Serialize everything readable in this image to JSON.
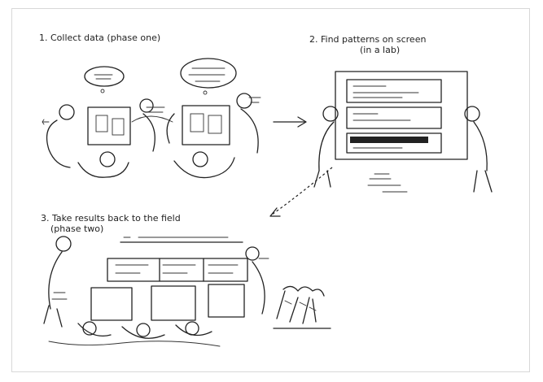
{
  "steps": [
    {
      "number": "1.",
      "label": "Collect data (phase one)"
    },
    {
      "number": "2.",
      "label": "Find patterns on screen",
      "label_line2": "(in a lab)"
    },
    {
      "number": "3.",
      "label": "Take results back to the field",
      "label_line2": "(phase two)"
    }
  ],
  "colors": {
    "ink": "#222222",
    "frame": "#d8d8d8",
    "background": "#ffffff"
  }
}
